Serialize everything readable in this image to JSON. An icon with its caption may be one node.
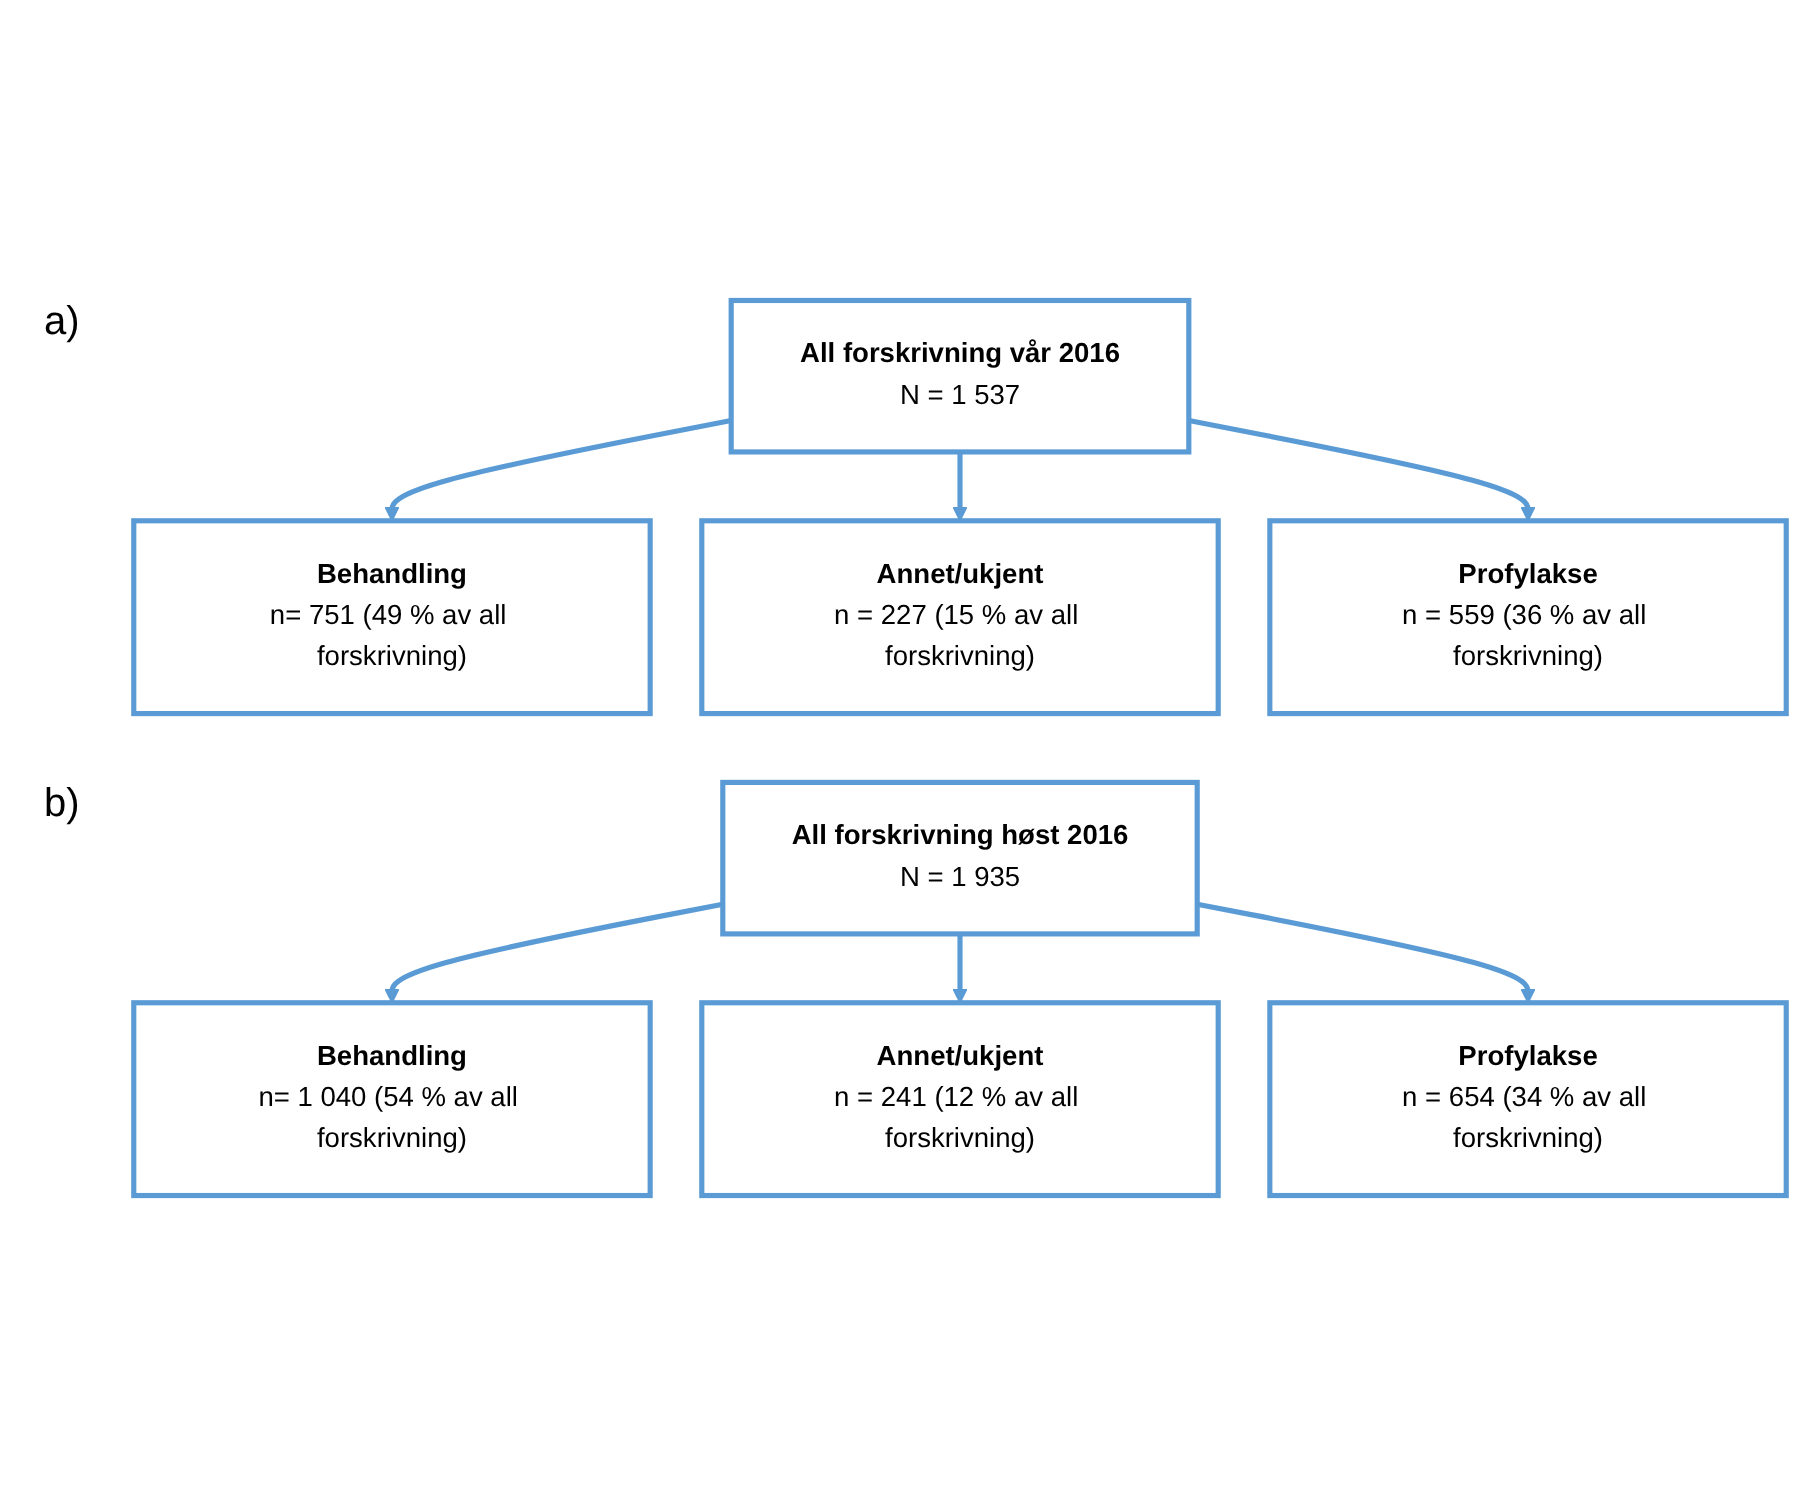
{
  "diagram": {
    "nodes": [
      {
        "text": [
          "All forskrivning  vår 2016",
          "N = 1 537"
        ]
      },
      {
        "text": [
          "Behandling",
          "n= 751 (49 % av all forskrivning)"
        ]
      },
      {
        "text": [
          "Annet/ukjent",
          "n = 227 (15 % av all forskrivning)"
        ]
      },
      {
        "text": [
          "Profylakse",
          "n = 559 (36 % av all forskrivning)"
        ]
      },
      {
        "text": [
          "All forskrivning  høst 2016",
          "N = 1 935"
        ]
      },
      {
        "text": [
          "Behandling",
          "n= 1 040 (54 % av all forskrivning)"
        ]
      },
      {
        "text": [
          "Annet/ukjent",
          "n = 241 (12 % av all forskrivning)"
        ]
      },
      {
        "text": [
          "Profylakse",
          "n = 654 (34 % av all forskrivning)"
        ]
      }
    ],
    "edges": [
      {
        "from": 0,
        "to": 1,
        "arrow": "to"
      },
      {
        "from": 0,
        "to": 2,
        "arrow": "to"
      },
      {
        "from": 0,
        "to": 3,
        "arrow": "to"
      },
      {
        "from": 4,
        "to": 5,
        "arrow": "to"
      },
      {
        "from": 4,
        "to": 6,
        "arrow": "to"
      },
      {
        "from": 4,
        "to": 7,
        "arrow": "to"
      }
    ],
    "labels": [
      "a)",
      "b)"
    ]
  }
}
